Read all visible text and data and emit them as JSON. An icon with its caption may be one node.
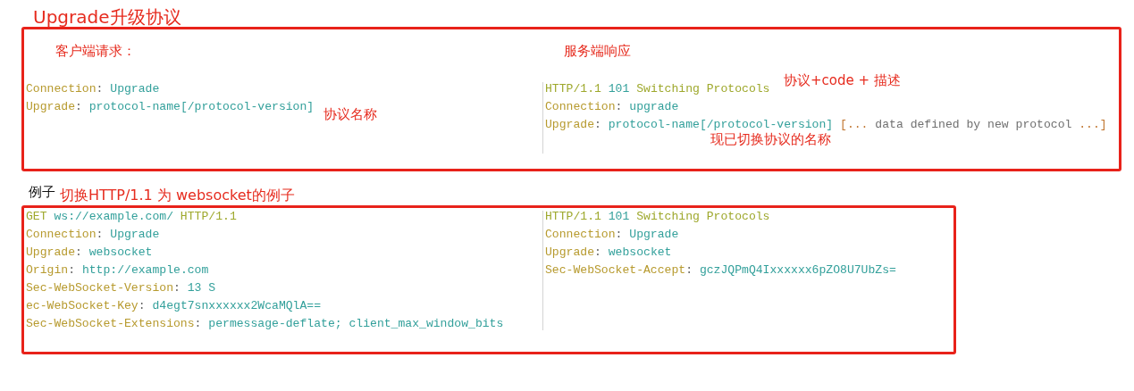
{
  "diagram": {
    "title": "Upgrade升级协议",
    "nodes": [
      {
        "text": [
          "客户端请求：",
          "Connection: Upgrade",
          "Upgrade: protocol-name[/protocol-version]",
          "协议名称",
          "服务端响应",
          "HTTP/1.1 101 Switching Protocols",
          "协议+code + 描述",
          "Connection: upgrade",
          "Upgrade: protocol-name[/protocol-version] [... data defined by new protocol ...]",
          "现已切换协议的名称"
        ]
      },
      {
        "text": [
          "例子",
          "切换HTTP/1.1 为 websocket的例子",
          "GET ws://example.com/ HTTP/1.1",
          "Connection: Upgrade",
          "Upgrade: websocket",
          "Origin: http://example.com",
          "Sec-WebSocket-Version: 13 S",
          "ec-WebSocket-Key: d4egt7snxxxxxx2WcaMQlA==",
          "Sec-WebSocket-Extensions: permessage-deflate; client_max_window_bits",
          "HTTP/1.1 101 Switching Protocols",
          "Connection: Upgrade",
          "Upgrade: websocket",
          "Sec-WebSocket-Accept: gczJQPmQ4Ixxxxxx6pZO8U7UbZs="
        ]
      }
    ]
  }
}
